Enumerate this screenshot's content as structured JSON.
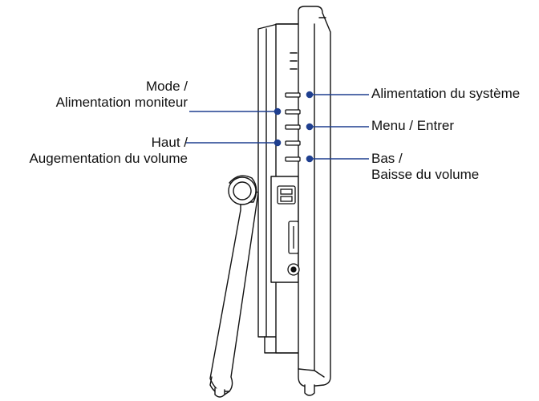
{
  "colors": {
    "leader": "#1f3f8f",
    "outline": "#111111",
    "fill": "#ffffff"
  },
  "labels": {
    "mode_line1": "Mode /",
    "mode_line2": "Alimentation moniteur",
    "haut_line1": "Haut /",
    "haut_line2": "Augementation du volume",
    "system_power": "Alimentation du système",
    "menu": "Menu / Entrer",
    "bas_line1": "Bas /",
    "bas_line2": "Baisse du volume"
  }
}
